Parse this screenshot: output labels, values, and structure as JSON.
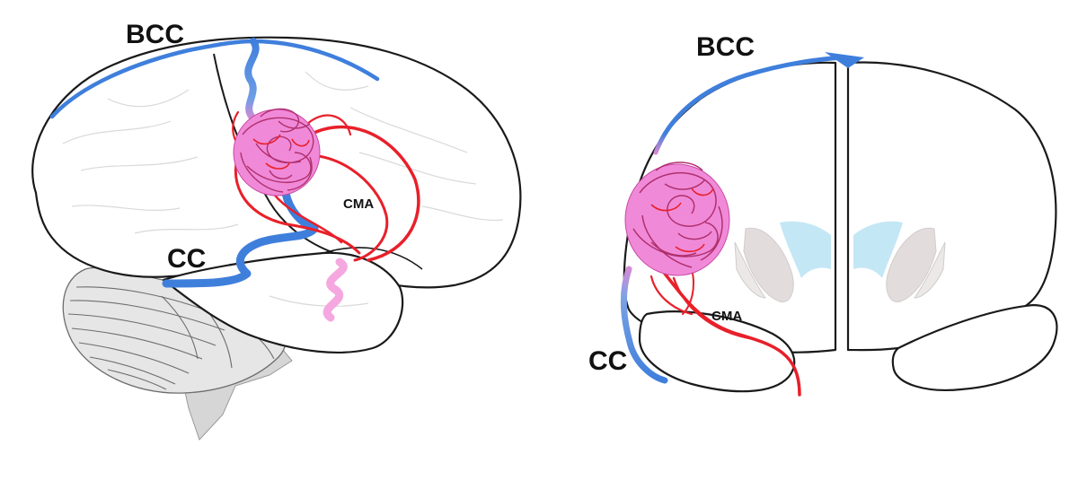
{
  "labels": {
    "left_bcc": "BCC",
    "left_cc": "CC",
    "left_cma": "CMA",
    "right_bcc": "BCC",
    "right_cc": "CC",
    "right_cma": "CMA"
  },
  "colors": {
    "vein": "#3f7fdc",
    "artery": "#e8202a",
    "nidus": "#f08ad8",
    "nidus_outline": "#b0306e",
    "outline": "#1a1a1a",
    "ventricle": "#bde4f4",
    "nuclei": "#e2dcdc",
    "cerebellum": "#e6e6e6"
  }
}
